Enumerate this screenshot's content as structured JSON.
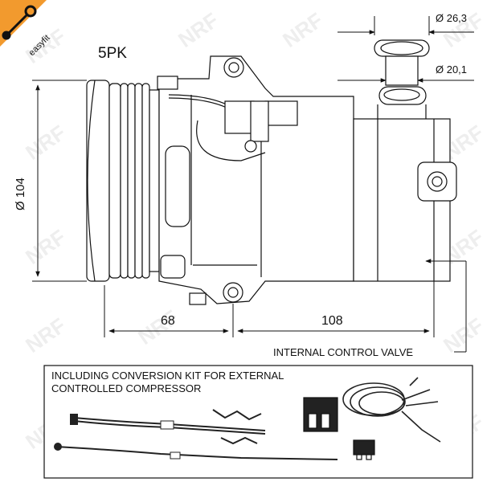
{
  "badge": {
    "text": "easyfit",
    "color": "#f29a2e"
  },
  "belt_label": "5PK",
  "dimensions": {
    "pulley_diameter": "Ø 104",
    "port_large": "Ø 26,3",
    "port_small": "Ø 20,1",
    "front_length": "68",
    "body_length": "108"
  },
  "control_valve_label": "INTERNAL CONTROL VALVE",
  "kit": {
    "line1": "INCLUDING CONVERSION KIT FOR EXTERNAL",
    "line2": "CONTROLLED COMPRESSOR"
  },
  "watermark": "NRF"
}
